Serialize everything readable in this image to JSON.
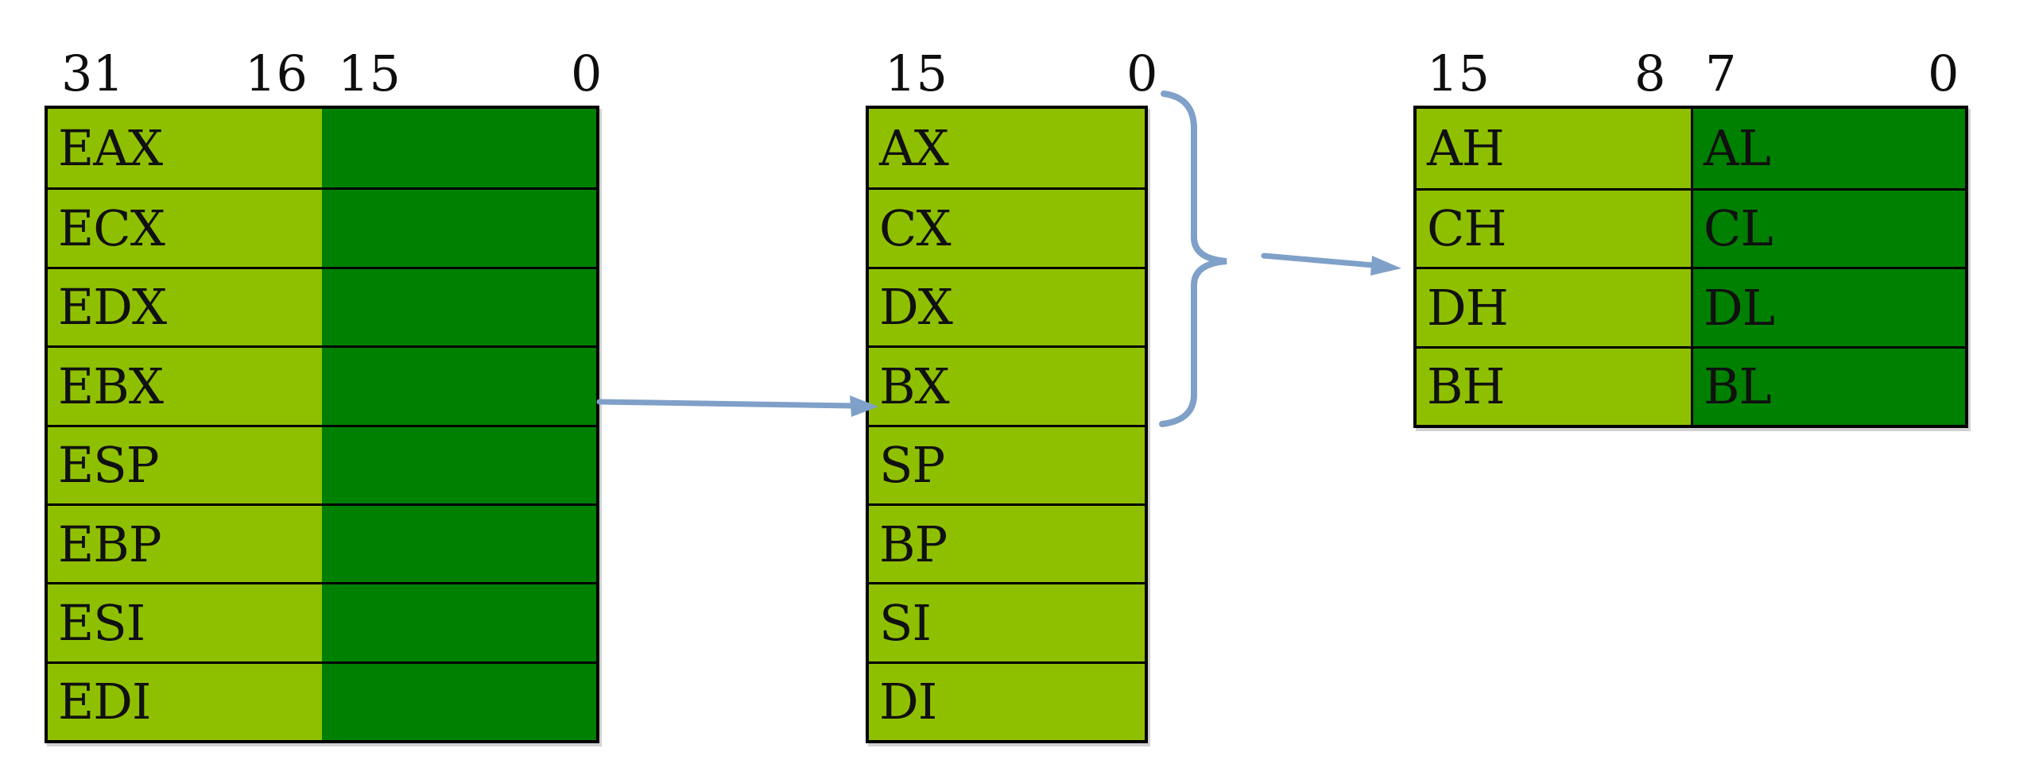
{
  "colors": {
    "register_light_green": "#8FC000",
    "register_dark_green": "#008000",
    "connector_blue": "#7FA0C8",
    "border": "#000000"
  },
  "tables": {
    "regs32": {
      "bit_labels": [
        "31",
        "16",
        "15",
        "0"
      ],
      "rows": [
        "EAX",
        "ECX",
        "EDX",
        "EBX",
        "ESP",
        "EBP",
        "ESI",
        "EDI"
      ]
    },
    "regs16": {
      "bit_labels": [
        "15",
        "0"
      ],
      "rows": [
        "AX",
        "CX",
        "DX",
        "BX",
        "SP",
        "BP",
        "SI",
        "DI"
      ]
    },
    "regs8": {
      "bit_labels": [
        "15",
        "8",
        "7",
        "0"
      ],
      "rows": [
        {
          "high": "AH",
          "low": "AL"
        },
        {
          "high": "CH",
          "low": "CL"
        },
        {
          "high": "DH",
          "low": "DL"
        },
        {
          "high": "BH",
          "low": "BL"
        }
      ]
    }
  }
}
